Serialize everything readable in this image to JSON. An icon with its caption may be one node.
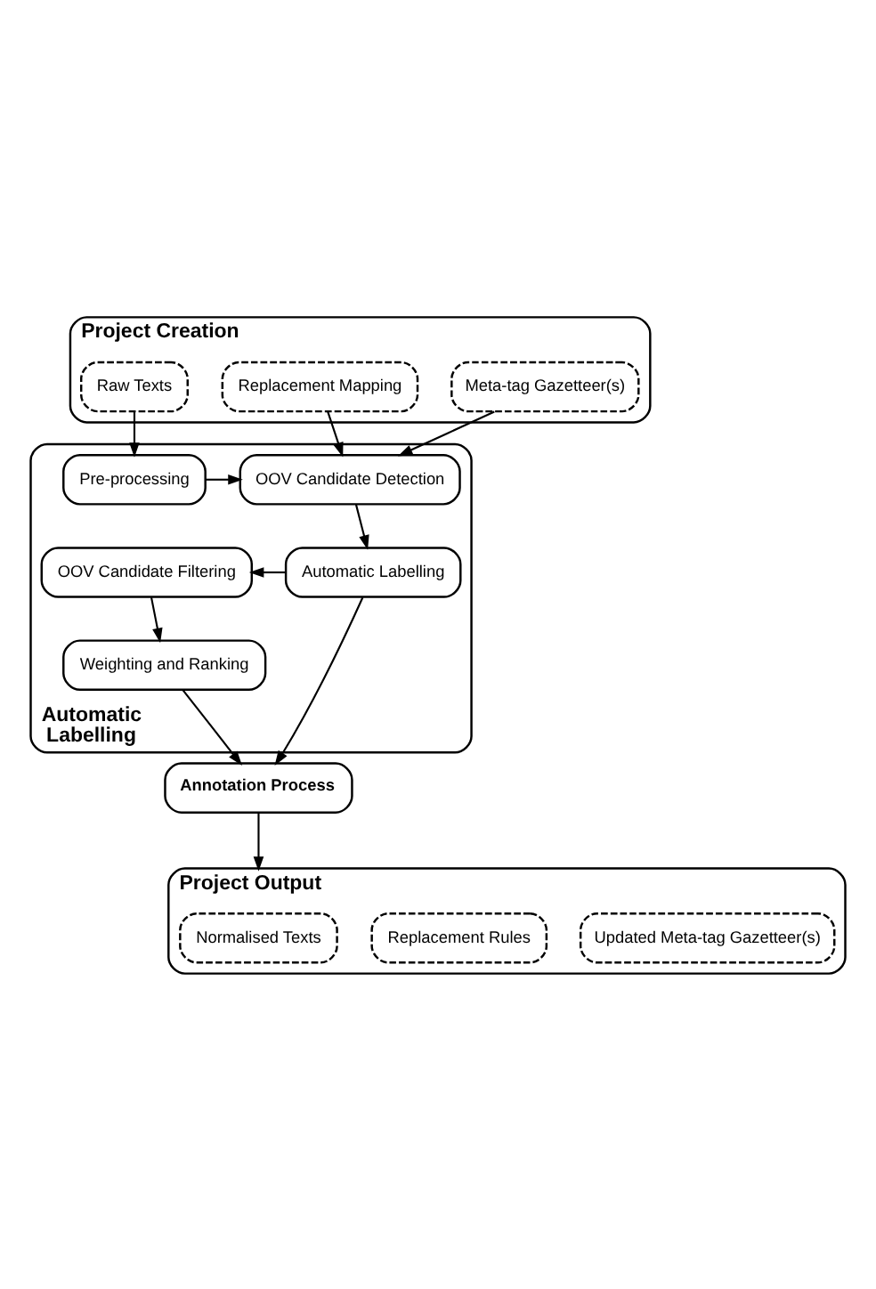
{
  "diagram": {
    "nodes": [
      {
        "text": [
          "Project Creation"
        ]
      },
      {
        "text": [
          "Raw Texts"
        ],
        "in": 0
      },
      {
        "text": [
          "Replacement Mapping"
        ],
        "in": 0
      },
      {
        "text": [
          "Meta-tag Gazetteer(s)"
        ],
        "in": 0
      },
      {
        "text": [
          "Automatic Labelling"
        ]
      },
      {
        "text": [
          "Pre-processing"
        ],
        "in": 4
      },
      {
        "text": [
          "OOV Candidate Detection"
        ],
        "in": 4
      },
      {
        "text": [
          "OOV Candidate Filtering"
        ],
        "in": 4
      },
      {
        "text": [
          "Automatic Labelling"
        ],
        "in": 4
      },
      {
        "text": [
          "Weighting and Ranking"
        ],
        "in": 4
      },
      {
        "text": [
          "Annotation Process"
        ]
      },
      {
        "text": [
          "Project Output"
        ]
      },
      {
        "text": [
          "Normalised Texts"
        ],
        "in": 11
      },
      {
        "text": [
          "Replacement Rules"
        ],
        "in": 11
      },
      {
        "text": [
          "Updated Meta-tag Gazetteer(s)"
        ],
        "in": 11
      }
    ],
    "edges": [
      {
        "from": 1,
        "to": 5,
        "arrow": "to"
      },
      {
        "from": 2,
        "to": 6,
        "arrow": "to"
      },
      {
        "from": 3,
        "to": 6,
        "arrow": "to"
      },
      {
        "from": 5,
        "to": 6,
        "arrow": "to"
      },
      {
        "from": 6,
        "to": 8,
        "arrow": "to"
      },
      {
        "from": 8,
        "to": 7,
        "arrow": "to"
      },
      {
        "from": 7,
        "to": 9,
        "arrow": "to"
      },
      {
        "from": 9,
        "to": 10,
        "arrow": "to"
      },
      {
        "from": 8,
        "to": 10,
        "arrow": "to"
      },
      {
        "from": 10,
        "to": 11,
        "arrow": "to"
      }
    ]
  }
}
